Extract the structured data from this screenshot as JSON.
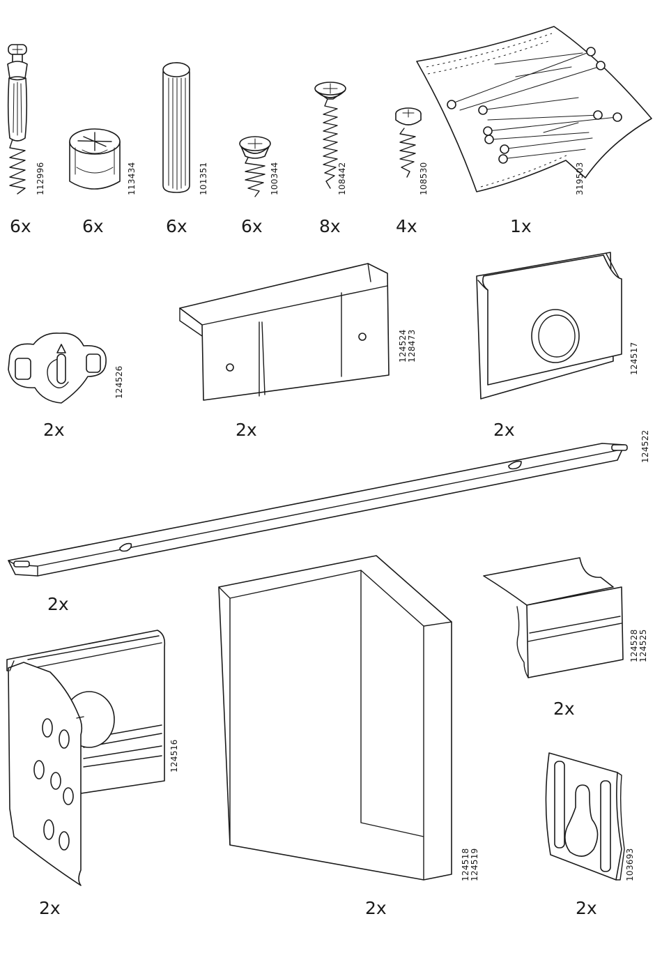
{
  "parts": [
    {
      "id": "p1",
      "article_numbers": [
        "112996"
      ],
      "quantity": "6x",
      "icon": "cam-bolt-with-dowel-icon"
    },
    {
      "id": "p2",
      "article_numbers": [
        "113434"
      ],
      "quantity": "6x",
      "icon": "cam-lock-nut-icon"
    },
    {
      "id": "p3",
      "article_numbers": [
        "101351"
      ],
      "quantity": "6x",
      "icon": "wooden-dowel-icon"
    },
    {
      "id": "p4",
      "article_numbers": [
        "100344"
      ],
      "quantity": "6x",
      "icon": "short-screw-icon"
    },
    {
      "id": "p5",
      "article_numbers": [
        "108442"
      ],
      "quantity": "8x",
      "icon": "long-screw-icon"
    },
    {
      "id": "p6",
      "article_numbers": [
        "108530"
      ],
      "quantity": "4x",
      "icon": "pan-head-screw-icon"
    },
    {
      "id": "p7",
      "article_numbers": [
        "319503"
      ],
      "quantity": "1x",
      "icon": "bag-of-nails-icon"
    },
    {
      "id": "p8",
      "article_numbers": [
        "124526"
      ],
      "quantity": "2x",
      "icon": "rotary-lock-icon"
    },
    {
      "id": "p9",
      "article_numbers": [
        "124524",
        "128473"
      ],
      "quantity": "2x",
      "icon": "mounting-bracket-icon"
    },
    {
      "id": "p10",
      "article_numbers": [
        "124517"
      ],
      "quantity": "2x",
      "icon": "square-socket-plate-icon"
    },
    {
      "id": "p11",
      "article_numbers": [
        "124522"
      ],
      "quantity": "2x",
      "icon": "metal-rail-icon"
    },
    {
      "id": "p12",
      "article_numbers": [
        "124518",
        "124519"
      ],
      "quantity": "2x",
      "icon": "corner-panel-icon"
    },
    {
      "id": "p13",
      "article_numbers": [
        "124528",
        "124525"
      ],
      "quantity": "2x",
      "icon": "profile-clip-icon"
    },
    {
      "id": "p14",
      "article_numbers": [
        "124516"
      ],
      "quantity": "2x",
      "icon": "perforated-hinge-plate-icon"
    },
    {
      "id": "p15",
      "article_numbers": [
        "103693"
      ],
      "quantity": "2x",
      "icon": "keyhole-hanger-plate-icon"
    }
  ]
}
